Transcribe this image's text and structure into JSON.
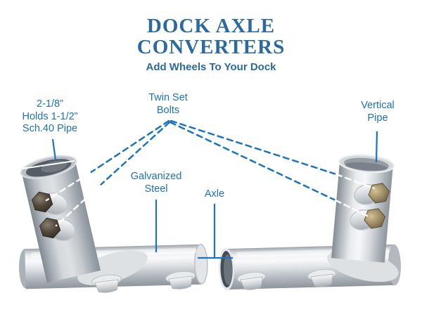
{
  "header": {
    "title_line1": "DOCK AXLE",
    "title_line2": "CONVERTERS",
    "subtitle": "Add Wheels To Your Dock"
  },
  "callouts": {
    "pipe_size": {
      "line1": "2-1/8”",
      "line2": "Holds 1-1/2”",
      "line3": "Sch.40 Pipe"
    },
    "twin_set_bolts": {
      "line1": "Twin Set",
      "line2": "Bolts"
    },
    "vertical_pipe": {
      "line1": "Vertical",
      "line2": "Pipe"
    },
    "galvanized_steel": {
      "line1": "Galvanized",
      "line2": "Steel"
    },
    "axle": {
      "line1": "Axle"
    }
  },
  "colors": {
    "title_blue": "#2b6a9e",
    "label_blue": "#1d72b7",
    "line_blue": "#1a74c0",
    "photo_overlay_white": "#ffffff"
  }
}
